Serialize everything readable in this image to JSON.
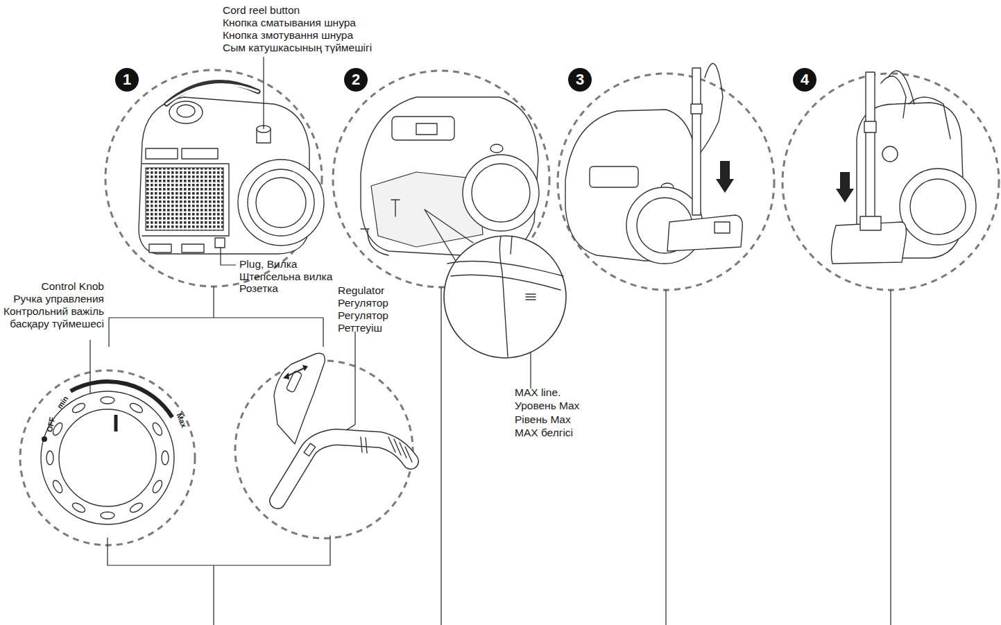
{
  "diagram": {
    "nodes": [
      {
        "text": [
          "1"
        ]
      },
      {
        "text": [
          "2"
        ]
      },
      {
        "text": [
          "3"
        ]
      },
      {
        "text": [
          "4"
        ]
      }
    ],
    "edges": [],
    "labels": [
      "Cord reel button",
      "Кнопка сматывания шнура",
      "Кнопка змотування шнура",
      "Сым катушкасының түймешігі",
      "Plug, Вилка",
      "Штепсельна вилка",
      "Розетка",
      "Control Knob",
      "Ручка управления",
      "Контрольний важіль",
      "басқару түймешесі",
      "Regulator",
      "Регулятор",
      "Регулятор",
      "Реттеуіш",
      "MAX line.",
      "Уровень Max",
      "Рівень Max",
      "MAX белгісі",
      "OFF",
      "min",
      "Max"
    ]
  }
}
